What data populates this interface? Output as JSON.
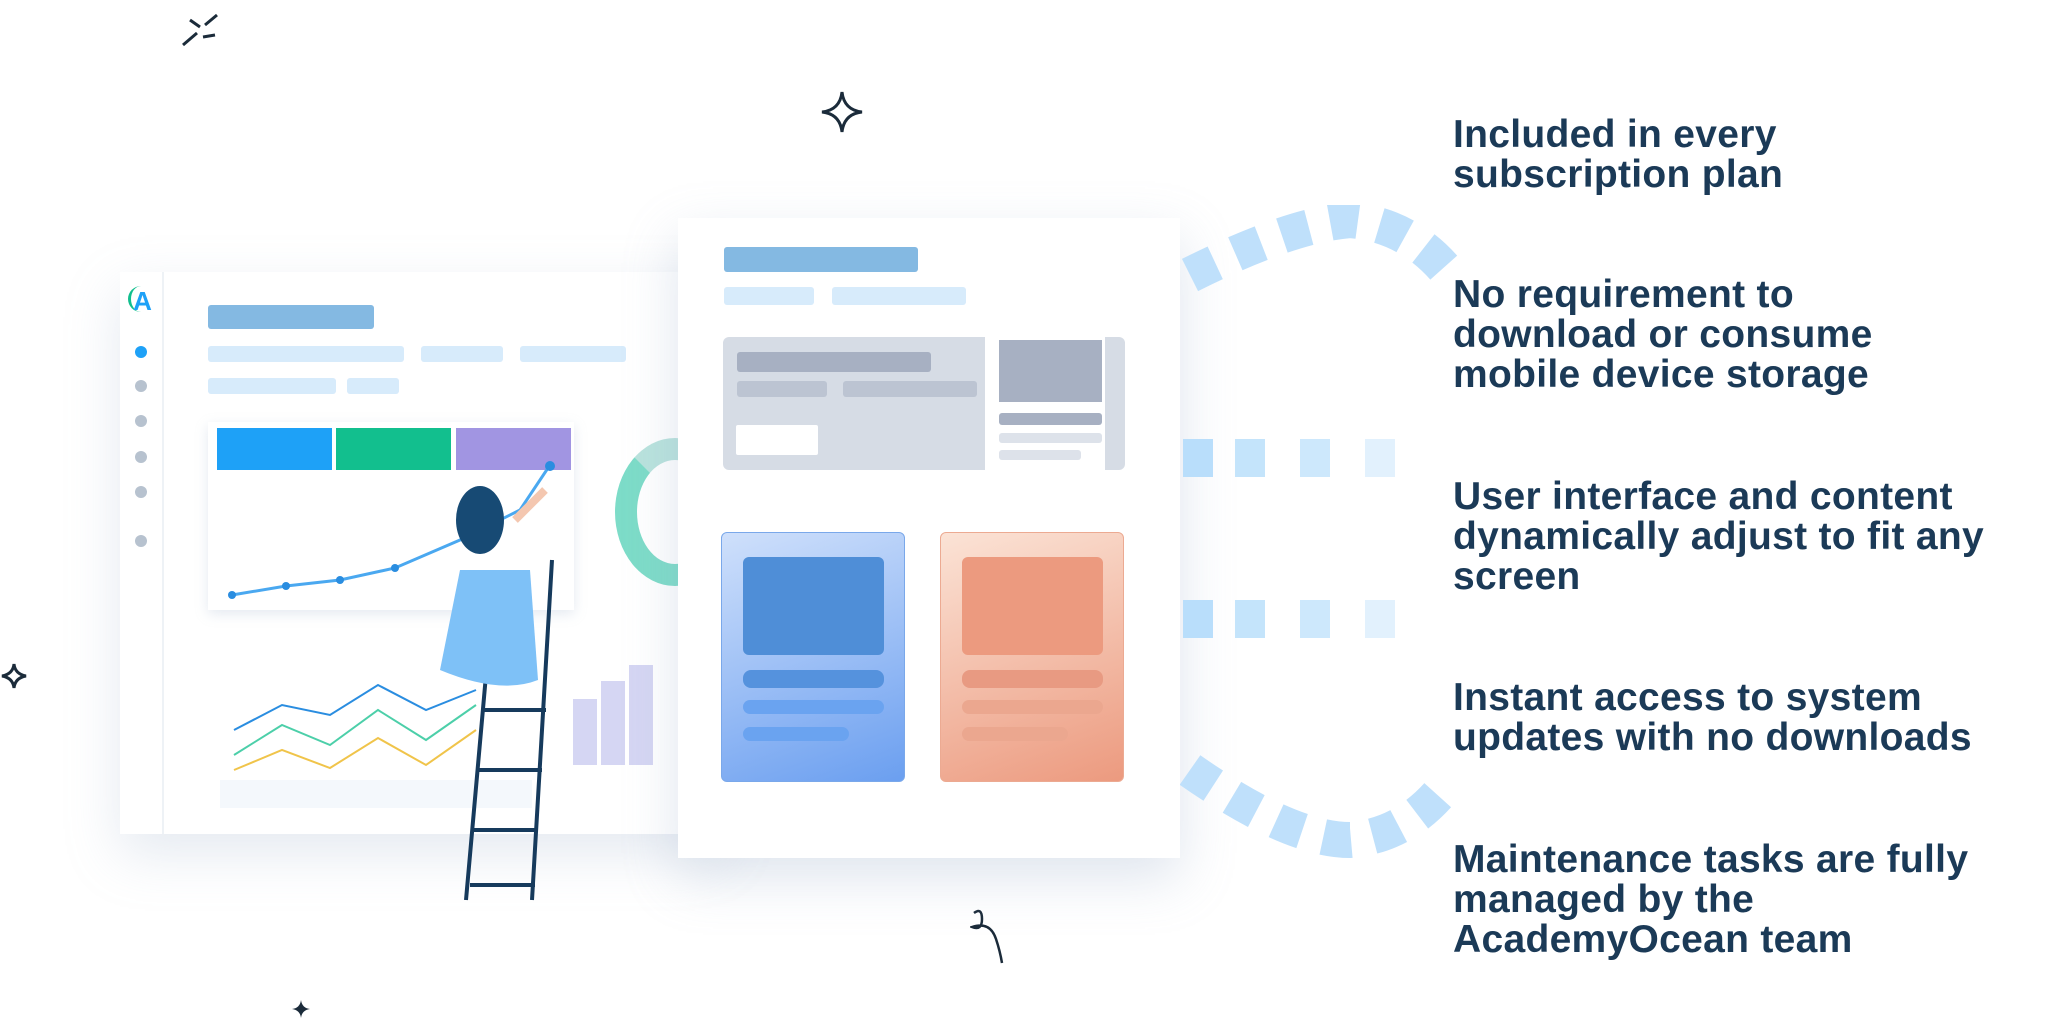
{
  "features": [
    {
      "text": "Included in every subscription plan"
    },
    {
      "text": "No requirement to download or consume mobile device storage"
    },
    {
      "text": "User interface and content dynamically adjust to fit any screen"
    },
    {
      "text": "Instant access to system updates with no downloads"
    },
    {
      "text": "Maintenance tasks are fully managed by the AcademyOcean team"
    }
  ],
  "logo": {
    "letter": "A"
  },
  "colors": {
    "text": "#1b3a57",
    "blue": "#1ea1f7",
    "green": "#12bf8e",
    "purple": "#a195e2",
    "orange": "#ec9a7f"
  }
}
